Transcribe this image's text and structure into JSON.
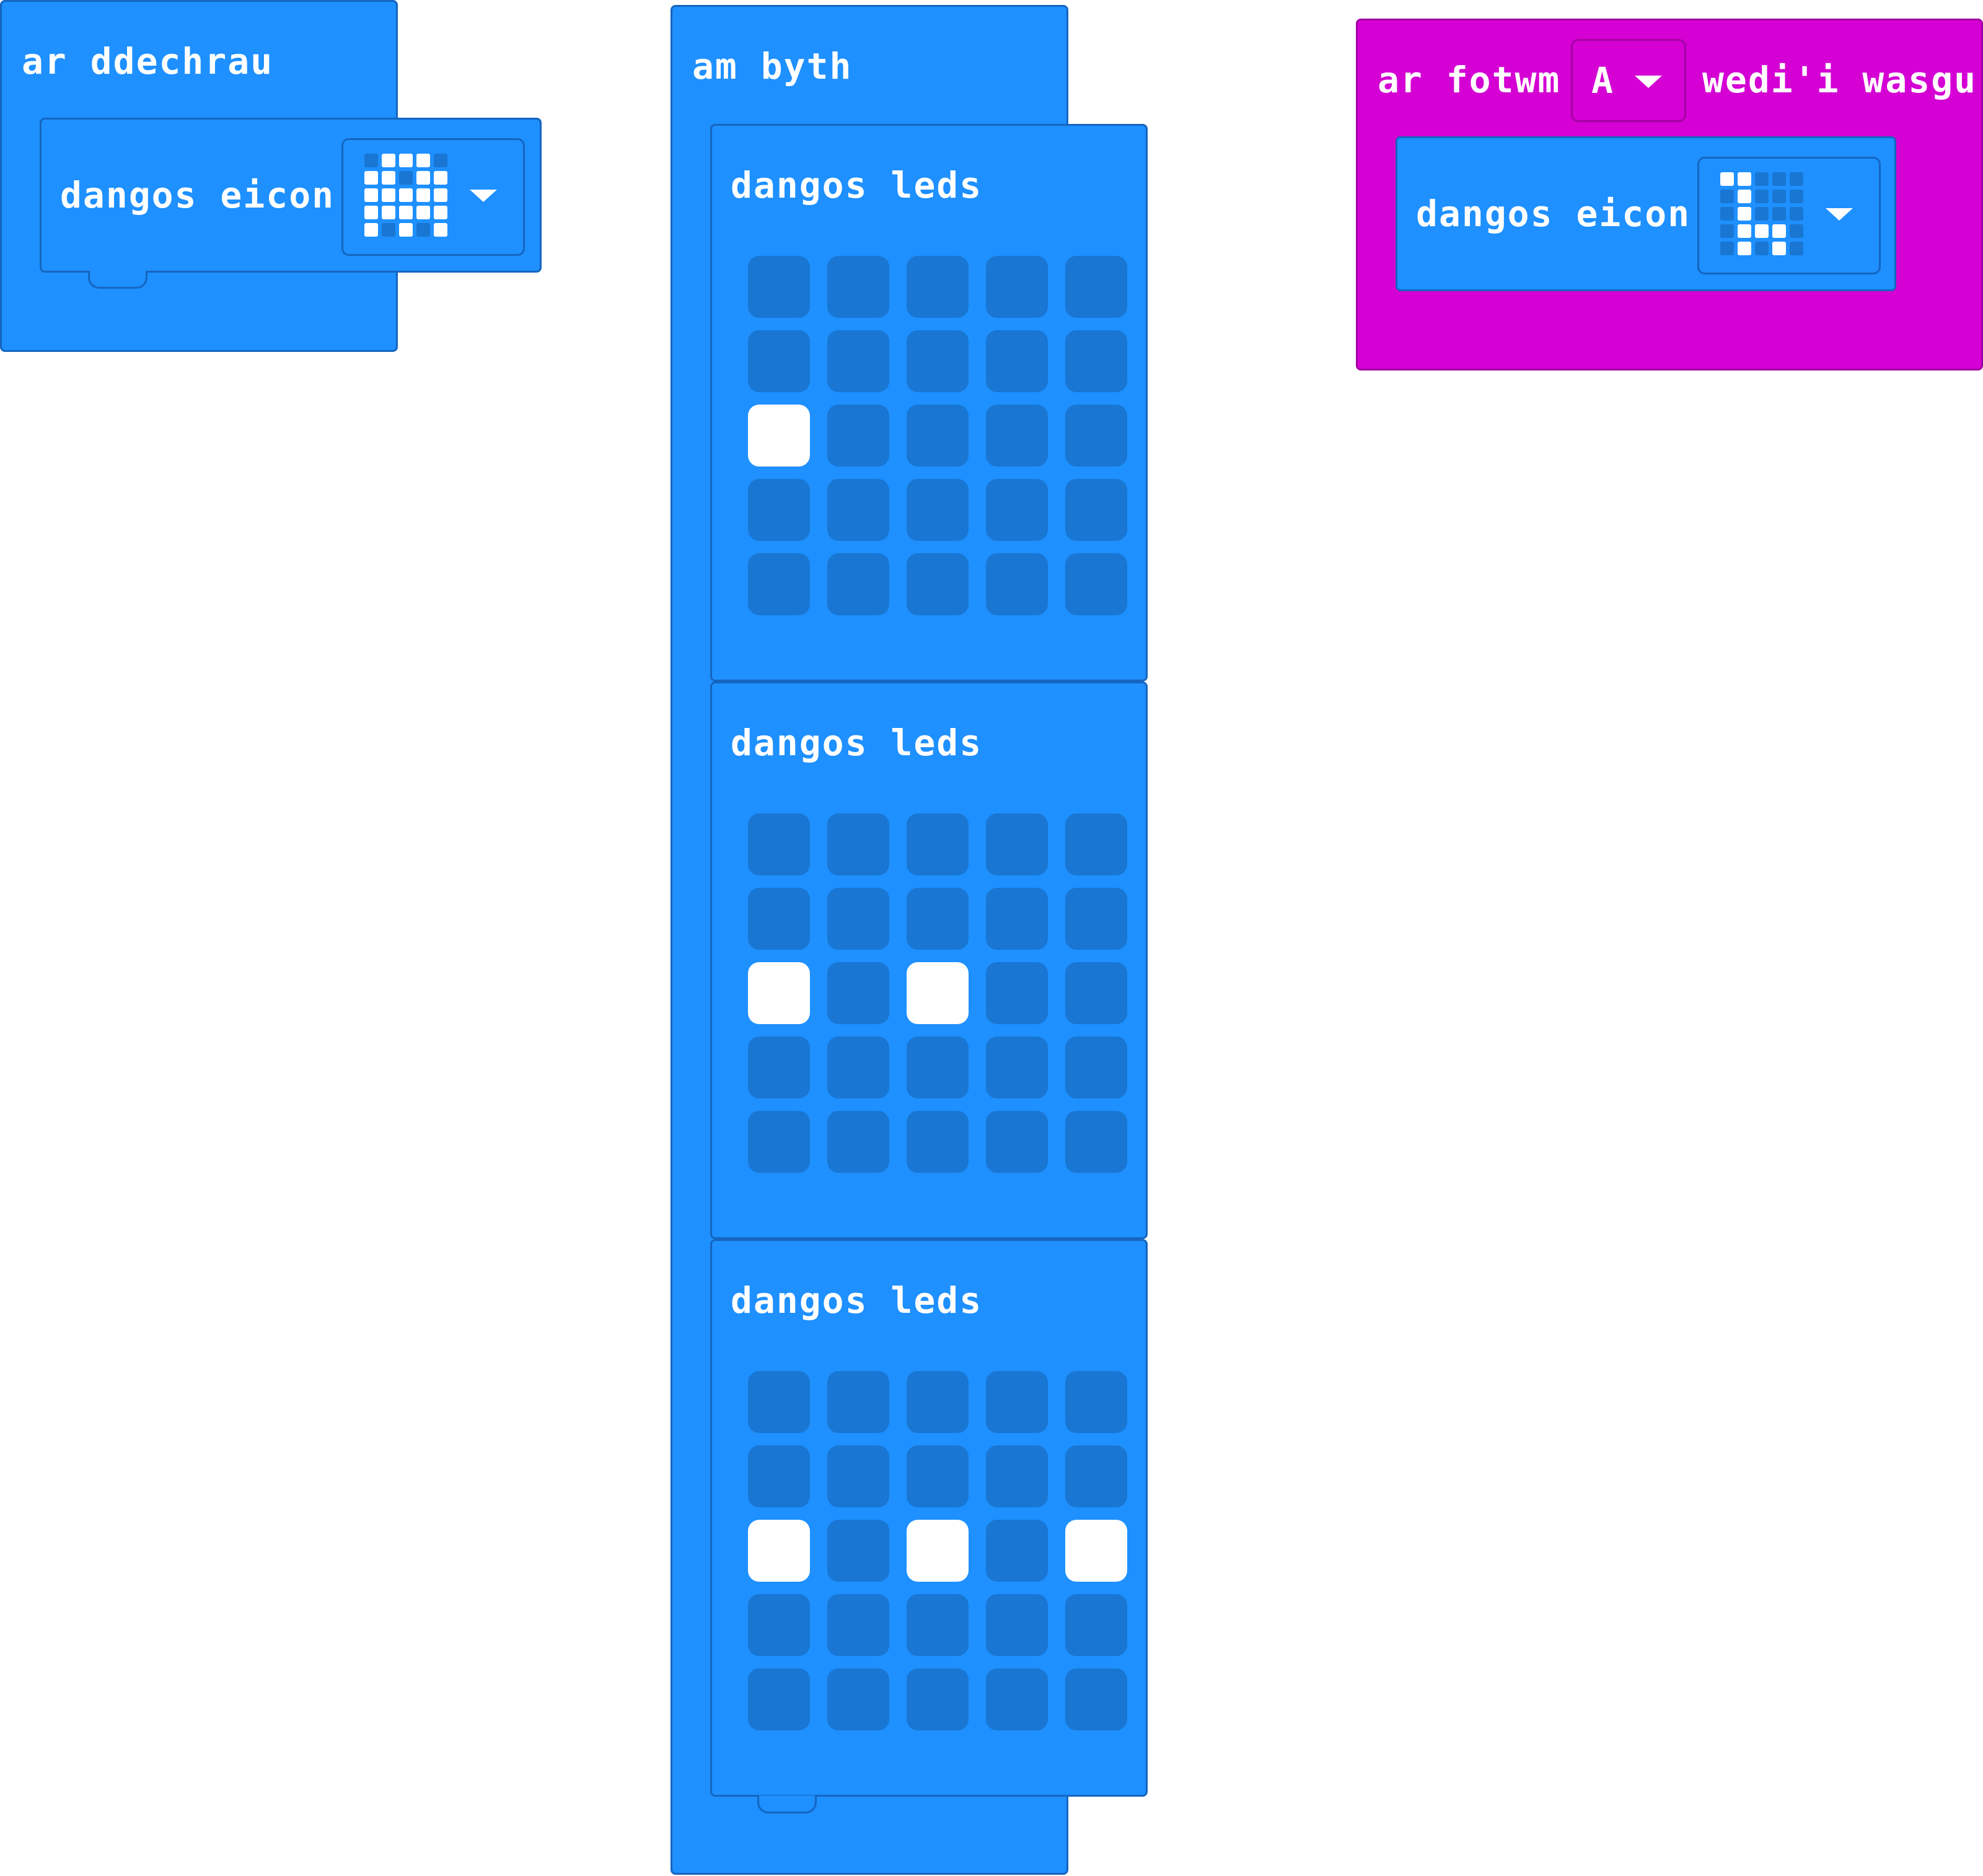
{
  "on_start": {
    "label": "ar ddechrau",
    "child": {
      "label": "dangos eicon",
      "icon": "heart-icon",
      "icon_grid": [
        [
          0,
          1,
          1,
          1,
          0
        ],
        [
          1,
          1,
          0,
          1,
          1
        ],
        [
          1,
          1,
          1,
          1,
          1
        ],
        [
          1,
          1,
          1,
          1,
          1
        ],
        [
          1,
          0,
          1,
          0,
          1
        ]
      ]
    }
  },
  "forever": {
    "label": "am byth",
    "blocks": [
      {
        "label": "dangos leds",
        "grid": [
          [
            0,
            0,
            0,
            0,
            0
          ],
          [
            0,
            0,
            0,
            0,
            0
          ],
          [
            1,
            0,
            0,
            0,
            0
          ],
          [
            0,
            0,
            0,
            0,
            0
          ],
          [
            0,
            0,
            0,
            0,
            0
          ]
        ]
      },
      {
        "label": "dangos leds",
        "grid": [
          [
            0,
            0,
            0,
            0,
            0
          ],
          [
            0,
            0,
            0,
            0,
            0
          ],
          [
            1,
            0,
            1,
            0,
            0
          ],
          [
            0,
            0,
            0,
            0,
            0
          ],
          [
            0,
            0,
            0,
            0,
            0
          ]
        ]
      },
      {
        "label": "dangos leds",
        "grid": [
          [
            0,
            0,
            0,
            0,
            0
          ],
          [
            0,
            0,
            0,
            0,
            0
          ],
          [
            1,
            0,
            1,
            0,
            1
          ],
          [
            0,
            0,
            0,
            0,
            0
          ],
          [
            0,
            0,
            0,
            0,
            0
          ]
        ]
      }
    ]
  },
  "on_button": {
    "label_before": "ar fotwm",
    "button": "A",
    "label_after": "wedi'i wasgu",
    "child": {
      "label": "dangos eicon",
      "icon": "letter-l-icon",
      "icon_grid": [
        [
          1,
          1,
          0,
          0,
          0
        ],
        [
          0,
          1,
          0,
          0,
          0
        ],
        [
          0,
          1,
          0,
          0,
          0
        ],
        [
          0,
          1,
          1,
          1,
          0
        ],
        [
          0,
          1,
          0,
          1,
          0
        ]
      ]
    }
  },
  "colors": {
    "basic": "#1e90ff",
    "basic_dark": "#1976d2",
    "input": "#d400d4"
  }
}
